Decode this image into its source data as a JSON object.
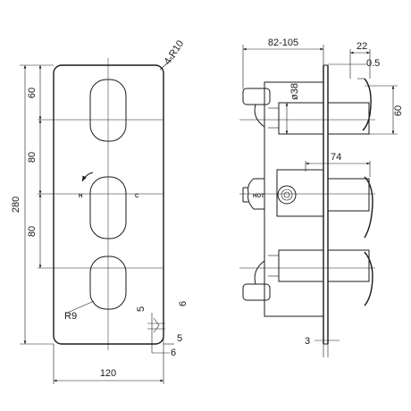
{
  "front_view": {
    "radius_label": "4-R10",
    "height_label": "280",
    "width_label": "120",
    "seg_top_label": "60",
    "seg_mid_label": "80",
    "seg_low_label": "80",
    "handle_radius_label": "R9",
    "hot_label": "H",
    "cold_label": "C",
    "gap_left_top": "5",
    "gap_right_top": "6",
    "gap_right_mid": "5",
    "gap_bottom": "6"
  },
  "side_view": {
    "depth_label": "82-105",
    "width_22_label": "22",
    "gap_05_label": "0.5",
    "dia_label": "ø38",
    "height_60_label": "60",
    "length_74_label": "74",
    "hot_label": "HOT",
    "plate_3_label": "3"
  }
}
